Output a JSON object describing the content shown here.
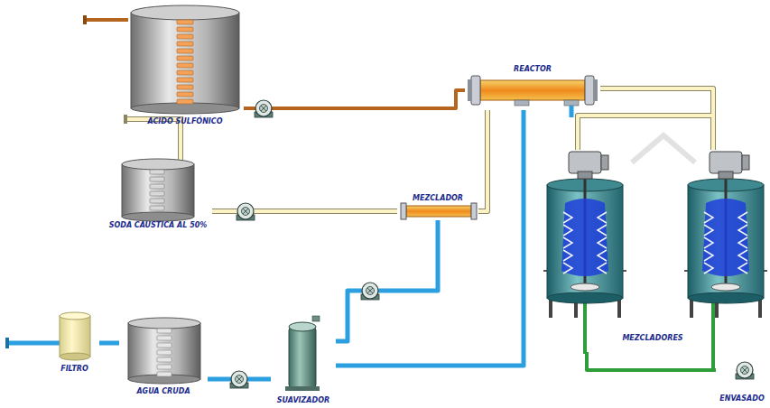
{
  "diagram": {
    "nodes": [
      {
        "text": [
          "ACIDO SULFÓNICO"
        ]
      },
      {
        "text": [
          "REACTOR"
        ]
      },
      {
        "text": [
          "SODA CAUSTICA AL 50%"
        ]
      },
      {
        "text": [
          "MEZCLADOR"
        ]
      },
      {
        "text": [
          "FILTRO"
        ]
      },
      {
        "text": [
          "AGUA CRUDA"
        ]
      },
      {
        "text": [
          "SUAVIZADOR"
        ]
      },
      {
        "text": [
          "MEZCLADORES"
        ]
      },
      {
        "text": [
          "ENVASADO"
        ]
      }
    ],
    "edges": [
      {
        "from": 0,
        "to": 1,
        "arrow": "none"
      },
      {
        "from": 2,
        "to": 3,
        "arrow": "none"
      },
      {
        "from": 3,
        "to": 1,
        "arrow": "none"
      },
      {
        "from": 4,
        "to": 5,
        "arrow": "none"
      },
      {
        "from": 5,
        "to": 6,
        "arrow": "none"
      },
      {
        "from": 6,
        "to": 3,
        "arrow": "none"
      },
      {
        "from": 6,
        "to": 1,
        "arrow": "none"
      },
      {
        "from": 1,
        "to": 7,
        "arrow": "none"
      },
      {
        "from": 7,
        "to": 8,
        "arrow": "none"
      }
    ]
  }
}
